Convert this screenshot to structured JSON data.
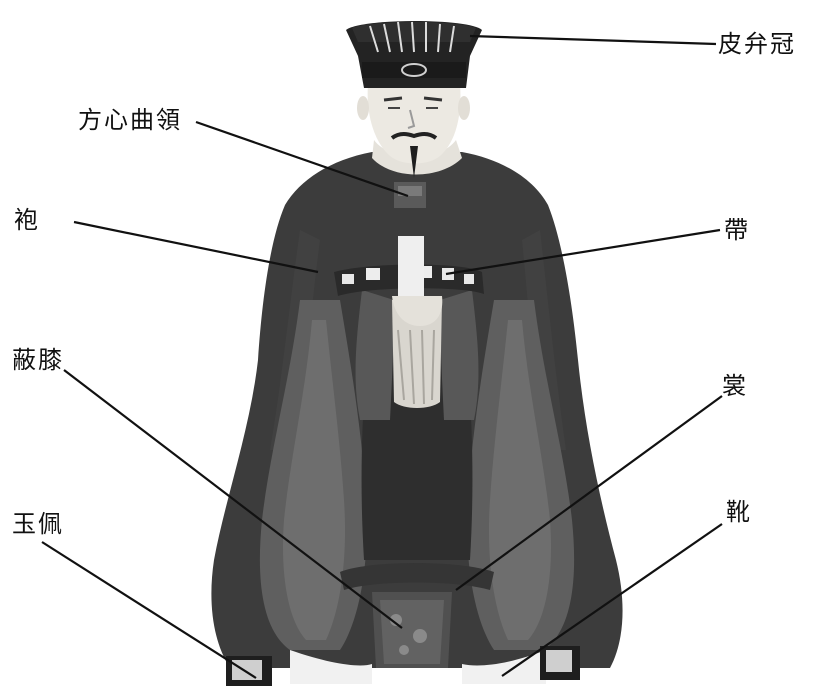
{
  "labels": {
    "hat": "皮弁冠",
    "collar": "方心曲領",
    "robe": "袍",
    "belt": "帶",
    "knee_cover": "蔽膝",
    "skirt": "裳",
    "jade_pendant": "玉佩",
    "boots": "靴"
  },
  "colors": {
    "robe": "#3c3c3c",
    "skirt_panel": "#6a6a6a",
    "skin": "#ece9e2",
    "leader_line": "#111111"
  }
}
